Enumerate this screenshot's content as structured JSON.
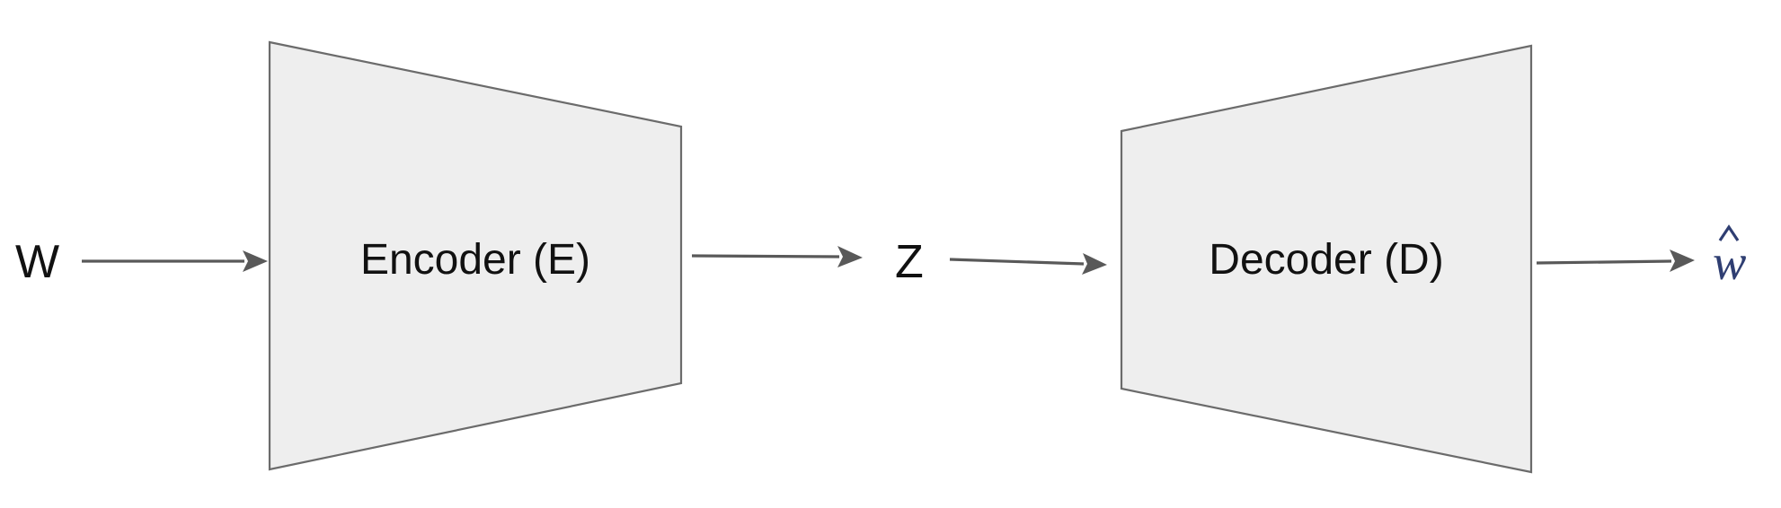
{
  "diagram": {
    "input_label": "W",
    "encoder_label": "Encoder (E)",
    "latent_label": "Z",
    "decoder_label": "Decoder (D)",
    "output_label": "w",
    "output_accent": "hat",
    "colors": {
      "block_fill": "#eeeeee",
      "block_stroke": "#6b6b6b",
      "arrow": "#595959",
      "text": "#111111",
      "output_text": "#2f3e72"
    }
  }
}
